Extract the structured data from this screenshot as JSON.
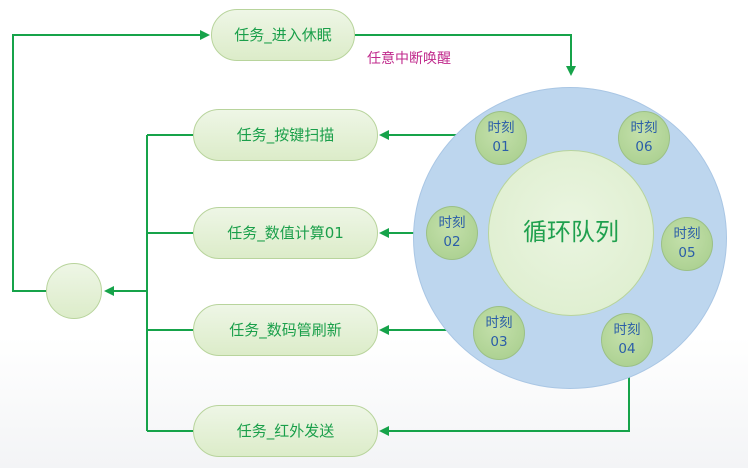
{
  "tasks": {
    "sleep": "任务_进入休眠",
    "key_scan": "任务_按键扫描",
    "calc": "任务_数值计算01",
    "display": "任务_数码管刷新",
    "ir_send": "任务_红外发送"
  },
  "wake_note": "任意中断唤醒",
  "queue_label": "循环队列",
  "slots": [
    {
      "title": "时刻",
      "num": "01"
    },
    {
      "title": "时刻",
      "num": "02"
    },
    {
      "title": "时刻",
      "num": "03"
    },
    {
      "title": "时刻",
      "num": "04"
    },
    {
      "title": "时刻",
      "num": "05"
    },
    {
      "title": "时刻",
      "num": "06"
    }
  ],
  "colors": {
    "arrow": "#16a34a",
    "ring": "#bdd6ee",
    "text_green": "#1a9f4a",
    "slot_text": "#2b5ea8",
    "note": "#c02a8c"
  }
}
